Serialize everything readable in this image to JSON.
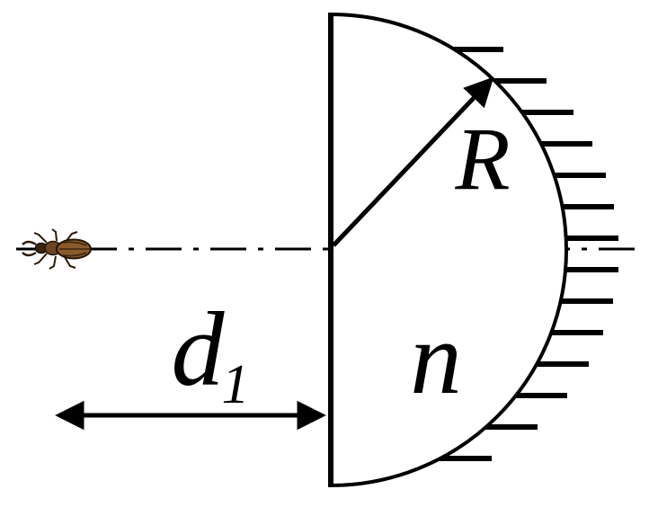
{
  "diagram": {
    "title": "hemispherical-lens-with-object",
    "labels": {
      "radius": "R",
      "refractive_index": "n",
      "distance": "d",
      "distance_subscript": "1"
    },
    "colors": {
      "line": "#000000",
      "background": "#ffffff",
      "beetle_body": "#8a5a2b",
      "beetle_dark": "#2a1a0a"
    }
  }
}
